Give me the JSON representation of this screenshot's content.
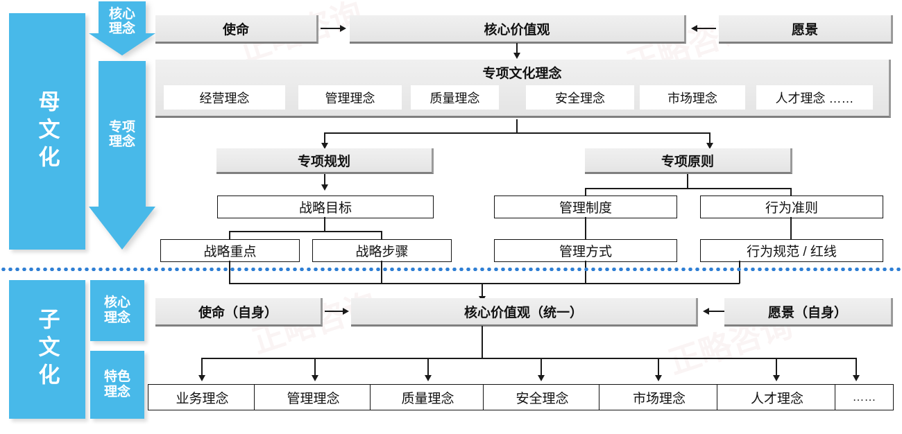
{
  "colors": {
    "brand_blue": "#48b9e9",
    "divider_blue": "#2f7fd4",
    "plate_gray": "#eaeaea",
    "line_black": "#1a1a1a"
  },
  "parent": {
    "band_label": "母文化",
    "arrow_core_label": "核心\n理念",
    "arrow_core_line1": "核心",
    "arrow_core_line2": "理念",
    "arrow_special_line1": "专项",
    "arrow_special_line2": "理念",
    "row_top": {
      "mission": "使命",
      "core_values": "核心价值观",
      "vision": "愿景"
    },
    "special_culture": {
      "title": "专项文化理念",
      "items": [
        "经营理念",
        "管理理念",
        "质量理念",
        "安全理念",
        "市场理念",
        "人才理念  ……"
      ]
    },
    "plan": {
      "title": "专项规划",
      "level2": "战略目标",
      "level3": [
        "战略重点",
        "战略步骤"
      ]
    },
    "principle": {
      "title": "专项原则",
      "level2": [
        "管理制度",
        "行为准则"
      ],
      "level3": [
        "管理方式",
        "行为规范 / 红线"
      ]
    }
  },
  "child": {
    "band_label": "子文化",
    "tag_core_line1": "核心",
    "tag_core_line2": "理念",
    "tag_feature_line1": "特色",
    "tag_feature_line2": "理念",
    "row_top": {
      "mission": "使命（自身）",
      "core_values": "核心价值观（统一）",
      "vision": "愿景（自身）"
    },
    "concepts": [
      "业务理念",
      "管理理念",
      "质量理念",
      "安全理念",
      "市场理念",
      "人才理念",
      "……"
    ]
  },
  "watermarks": [
    "正略咨询",
    "正略咨询",
    "正略咨询",
    "正略咨询"
  ]
}
